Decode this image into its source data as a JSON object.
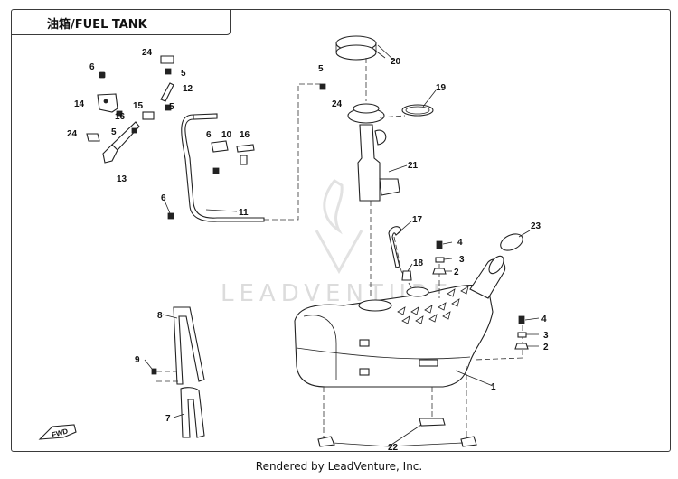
{
  "title": "油箱/FUEL TANK",
  "watermark": "LEADVENTURE",
  "footer": "Rendered by LeadVenture, Inc.",
  "fwd_label": "FWD",
  "callouts": [
    {
      "id": "c1",
      "label": "1"
    },
    {
      "id": "c2a",
      "label": "2"
    },
    {
      "id": "c2b",
      "label": "2"
    },
    {
      "id": "c3a",
      "label": "3"
    },
    {
      "id": "c3b",
      "label": "3"
    },
    {
      "id": "c4a",
      "label": "4"
    },
    {
      "id": "c4b",
      "label": "4"
    },
    {
      "id": "c5a",
      "label": "5"
    },
    {
      "id": "c5b",
      "label": "5"
    },
    {
      "id": "c5c",
      "label": "5"
    },
    {
      "id": "c5d",
      "label": "5"
    },
    {
      "id": "c6a",
      "label": "6"
    },
    {
      "id": "c6b",
      "label": "6"
    },
    {
      "id": "c6c",
      "label": "6"
    },
    {
      "id": "c7",
      "label": "7"
    },
    {
      "id": "c8",
      "label": "8"
    },
    {
      "id": "c9",
      "label": "9"
    },
    {
      "id": "c10",
      "label": "10"
    },
    {
      "id": "c11",
      "label": "11"
    },
    {
      "id": "c12",
      "label": "12"
    },
    {
      "id": "c13",
      "label": "13"
    },
    {
      "id": "c14",
      "label": "14"
    },
    {
      "id": "c15",
      "label": "15"
    },
    {
      "id": "c16a",
      "label": "16"
    },
    {
      "id": "c16b",
      "label": "16"
    },
    {
      "id": "c17",
      "label": "17"
    },
    {
      "id": "c18",
      "label": "18"
    },
    {
      "id": "c19",
      "label": "19"
    },
    {
      "id": "c20",
      "label": "20"
    },
    {
      "id": "c21",
      "label": "21"
    },
    {
      "id": "c22",
      "label": "22"
    },
    {
      "id": "c23",
      "label": "23"
    },
    {
      "id": "c24a",
      "label": "24"
    },
    {
      "id": "c24b",
      "label": "24"
    },
    {
      "id": "c24c",
      "label": "24"
    }
  ]
}
